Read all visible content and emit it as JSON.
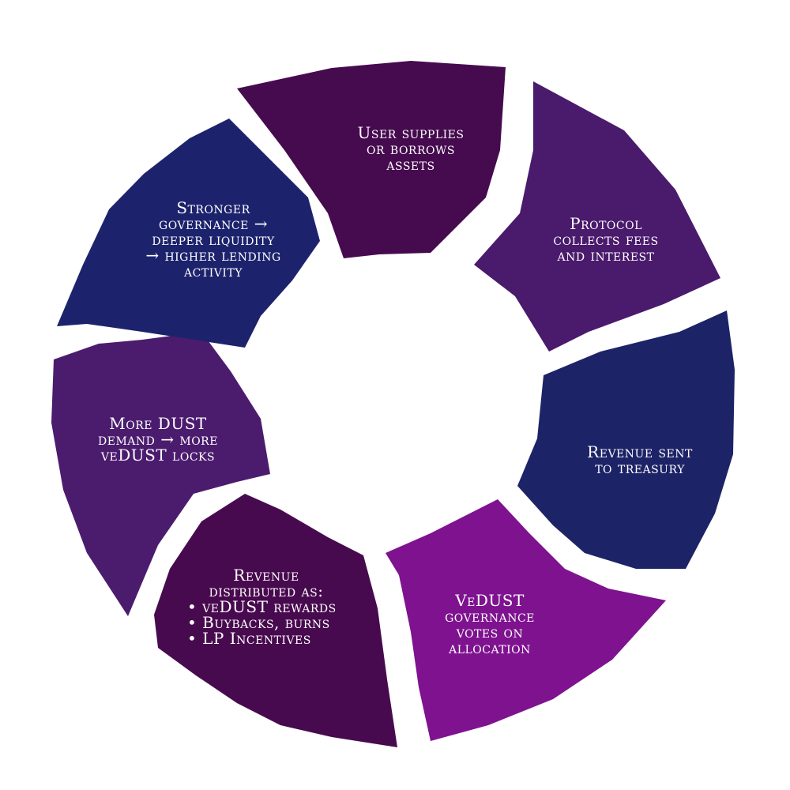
{
  "diagram": {
    "segments": [
      {
        "id": "supply",
        "color": "#460a4f",
        "lines": [
          "User supplies",
          "or borrows",
          "assets"
        ]
      },
      {
        "id": "fees",
        "color": "#4a1a6c",
        "lines": [
          "Protocol",
          "collects fees",
          "and interest"
        ]
      },
      {
        "id": "treasury",
        "color": "#1d2367",
        "lines": [
          "Revenue sent",
          "to treasury"
        ]
      },
      {
        "id": "votes",
        "color": "#7e128f",
        "lines": [
          "VeDUST",
          "governance",
          "votes on",
          "allocation"
        ]
      },
      {
        "id": "distribution",
        "color": "#480a4f",
        "lines": [
          "Revenue",
          "distributed as:",
          "• veDUST rewards",
          "• Buybacks, burns",
          "• LP Incentives"
        ]
      },
      {
        "id": "demand",
        "color": "#4b1c6e",
        "lines": [
          "More DUST",
          "demand → more",
          "veDUST locks"
        ]
      },
      {
        "id": "governance",
        "color": "#1c236c",
        "lines": [
          "Stronger",
          "governance →",
          "deeper liquidity",
          "→ higher lending",
          "activity"
        ]
      }
    ]
  }
}
